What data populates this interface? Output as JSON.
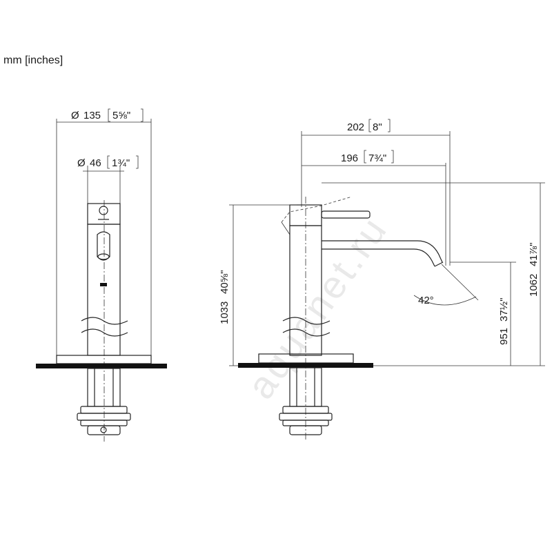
{
  "units_label": "mm [inches]",
  "watermark": "aquanet.ru",
  "front_view": {
    "outer_diameter": {
      "symbol": "Ø",
      "mm": "135",
      "inches": "5⅝\""
    },
    "inner_diameter": {
      "symbol": "Ø",
      "mm": "46",
      "inches": "1¾\""
    }
  },
  "side_view": {
    "overall_reach": {
      "mm": "202",
      "inches": "8\""
    },
    "spout_reach": {
      "mm": "196",
      "inches": "7¾\""
    },
    "angle": "42°",
    "height_to_lever": {
      "mm": "1033",
      "inches": "40⅝\""
    },
    "spout_height": {
      "mm": "951",
      "inches": "37½\""
    },
    "total_height": {
      "mm": "1062",
      "inches": "41⅞\""
    }
  }
}
